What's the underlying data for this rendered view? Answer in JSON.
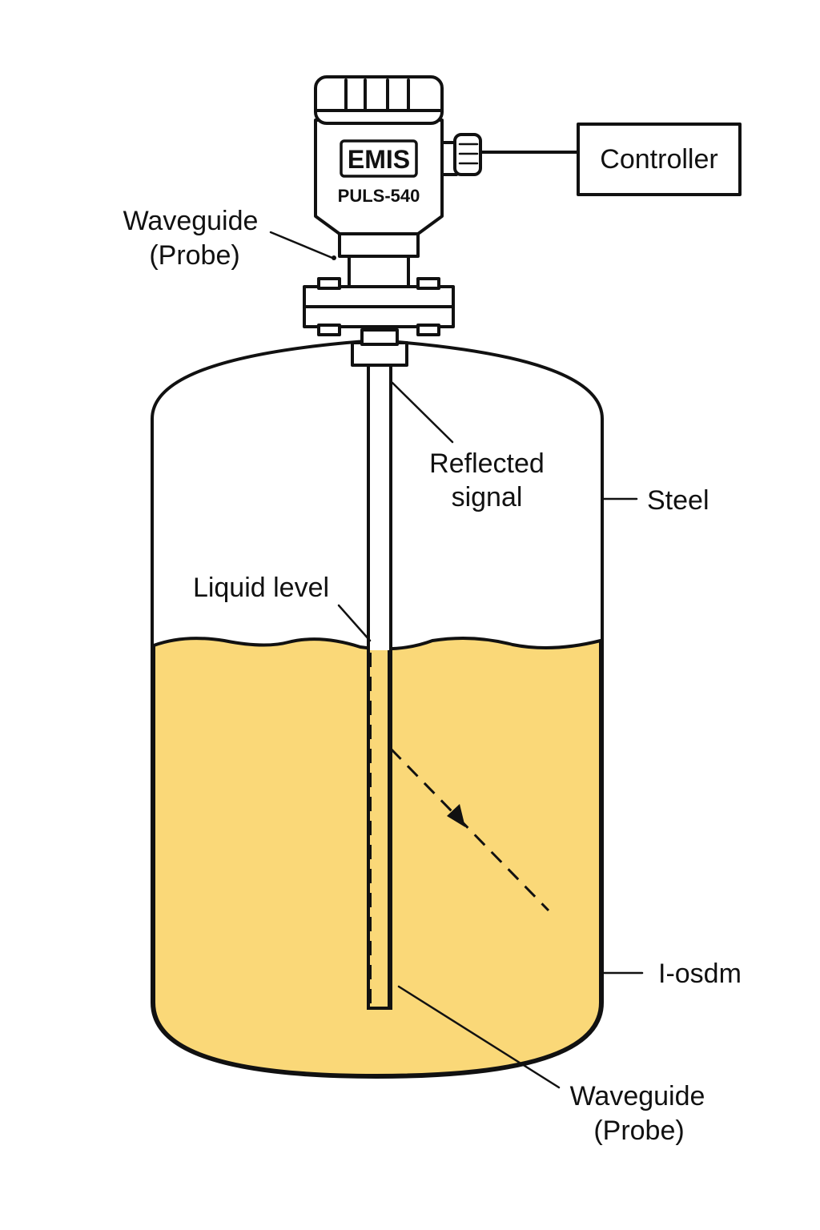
{
  "device": {
    "brand": "EMIS",
    "model": "PULS-540"
  },
  "labels": {
    "waveguide_top_line1": "Waveguide",
    "waveguide_top_line2": "(Probe)",
    "controller": "Controller",
    "reflected_line1": "Reflected",
    "reflected_line2": "signal",
    "steel": "Steel",
    "liquid_level": "Liquid level",
    "bottom_side": "I-osdm",
    "waveguide_bottom_line1": "Waveguide",
    "waveguide_bottom_line2": "(Probe)"
  },
  "colors": {
    "liquid": "#FAD878",
    "outline": "#111111",
    "background": "#ffffff"
  }
}
